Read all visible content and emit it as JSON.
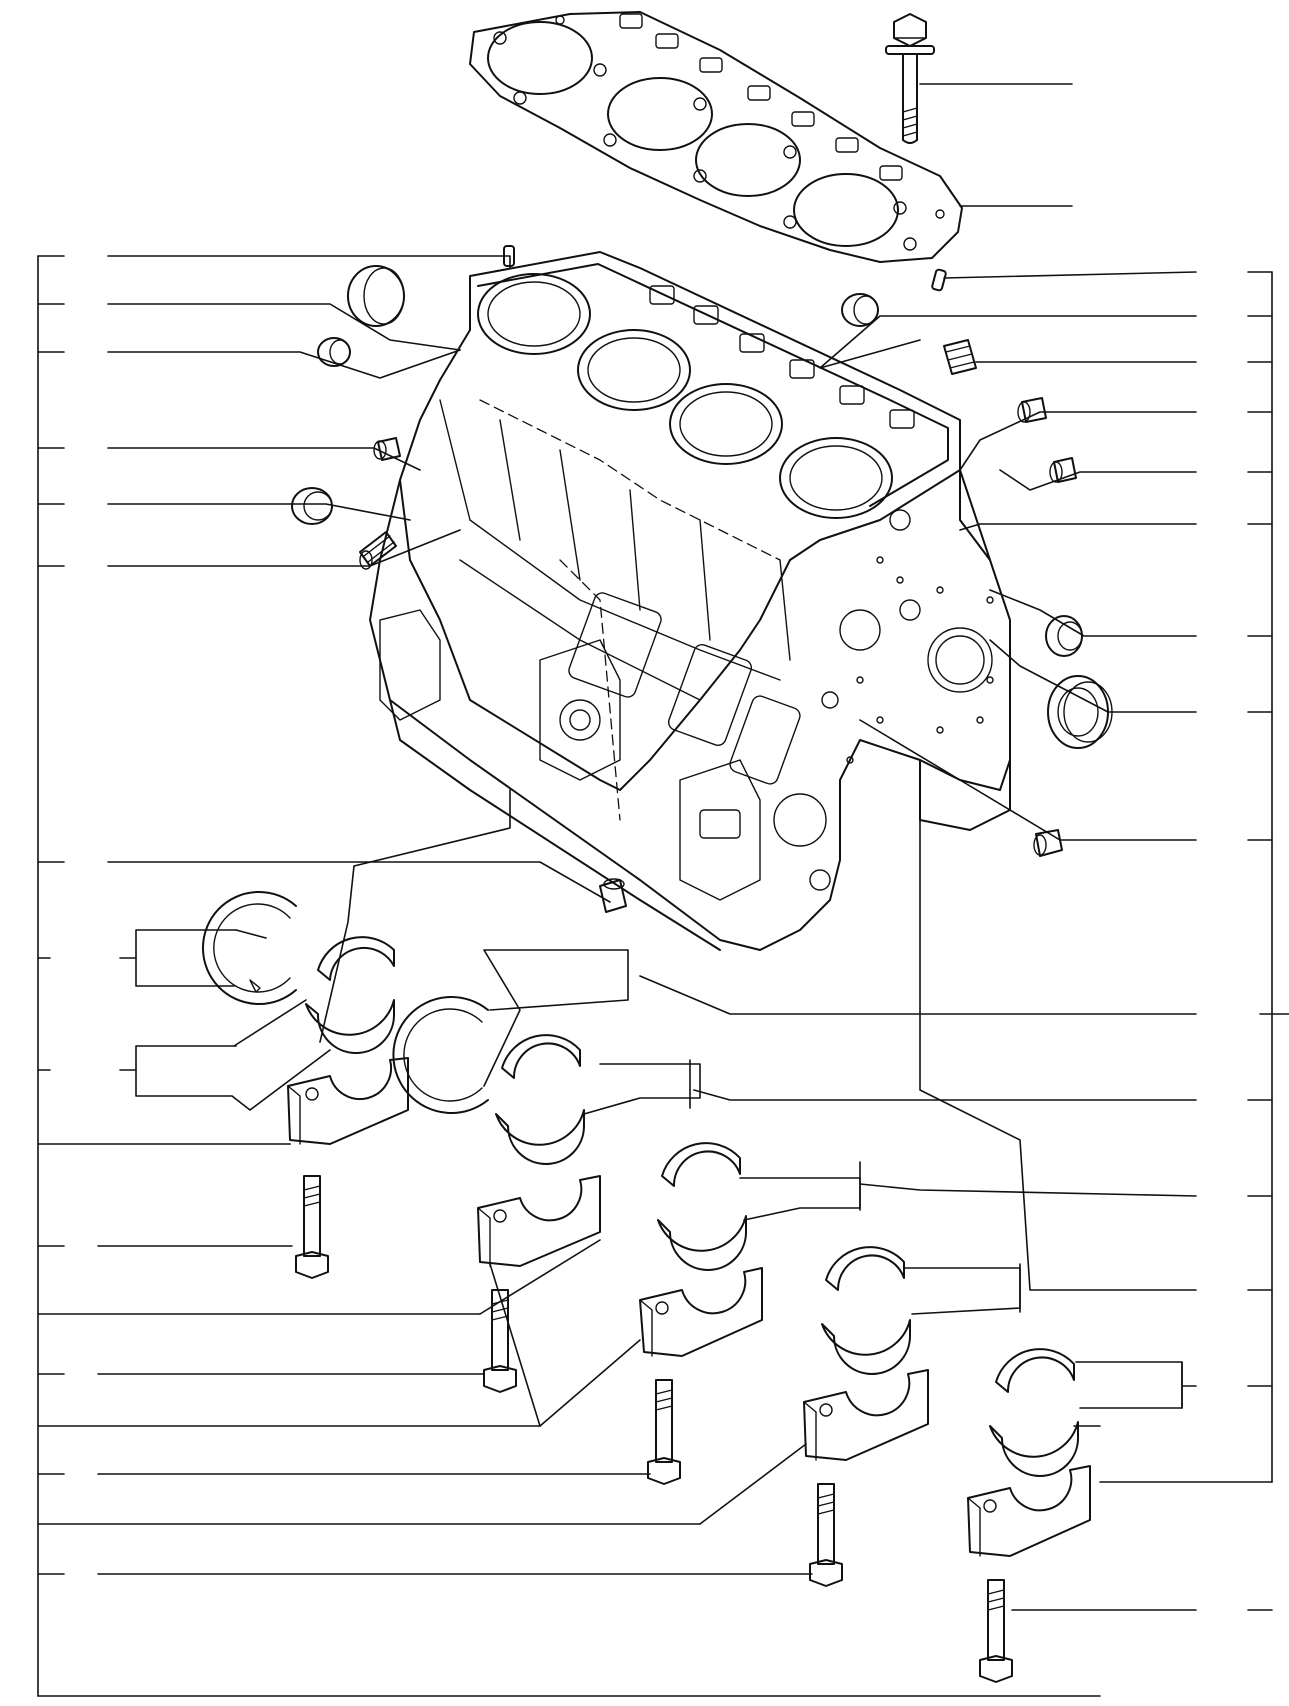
{
  "diagram": {
    "kind": "exploded-parts-view",
    "subject_icon": "engine-cylinder-block-icon",
    "line_color": "#111111",
    "background_color": "#ffffff",
    "parts": [
      {
        "name": "head-bolt",
        "icon": "bolt-icon"
      },
      {
        "name": "head-gasket",
        "icon": "gasket-icon"
      },
      {
        "name": "dowel-pin",
        "icon": "pin-icon"
      },
      {
        "name": "expansion-plug",
        "icon": "plug-icon"
      },
      {
        "name": "oil-jet-nozzle",
        "icon": "nozzle-icon"
      },
      {
        "name": "drain-plug",
        "icon": "plug-icon"
      },
      {
        "name": "camshaft-bushing",
        "icon": "bushing-icon"
      },
      {
        "name": "thrust-washer",
        "icon": "washer-icon"
      },
      {
        "name": "main-bearing-shell",
        "icon": "bearing-icon"
      },
      {
        "name": "main-bearing-cap",
        "icon": "bearing-cap-icon"
      },
      {
        "name": "cap-bolt",
        "icon": "bolt-icon"
      }
    ]
  }
}
